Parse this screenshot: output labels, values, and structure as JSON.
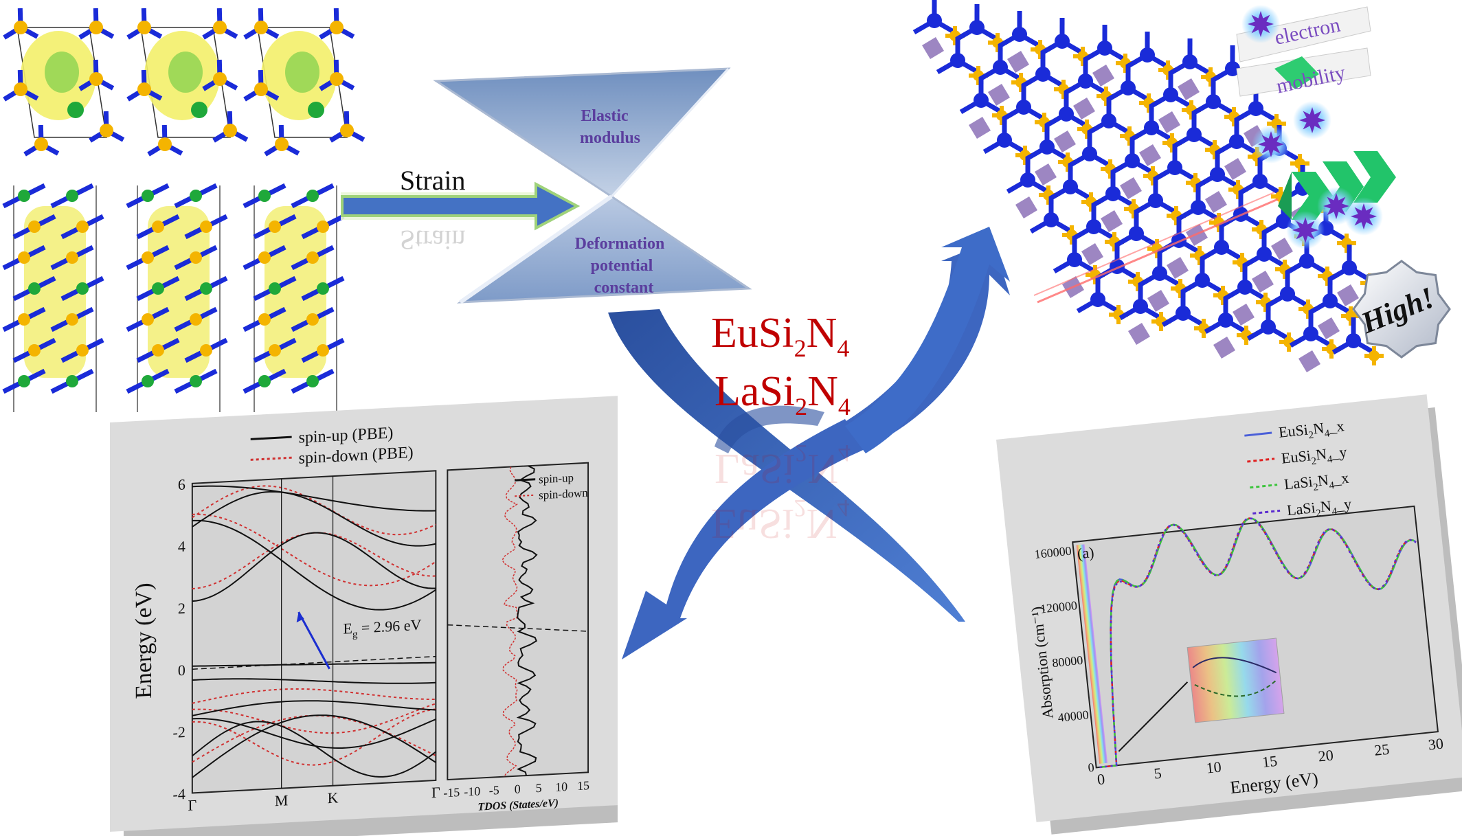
{
  "center": {
    "line1_main": "EuSi",
    "line1_sub1": "2",
    "line1_mid": "N",
    "line1_sub2": "4",
    "line2_main": "LaSi",
    "line2_sub1": "2",
    "line2_mid": "N",
    "line2_sub2": "4",
    "text_color": "#c00000"
  },
  "strain": {
    "label": "Strain"
  },
  "hourglass": {
    "top_line1": "Elastic",
    "top_line2": "modulus",
    "bottom_line1": "Deformation",
    "bottom_line2": "potential",
    "bottom_line3": "constant",
    "text_color": "#5b3e9e"
  },
  "mobility": {
    "word1": "electron",
    "word2": "mobility",
    "badge": "High!"
  },
  "band_plot": {
    "legend_up": "spin-up (PBE)",
    "legend_down": "spin-down (PBE)",
    "ylabel": "Energy (eV)",
    "yticks": [
      "6",
      "4",
      "2",
      "0",
      "-2",
      "-4"
    ],
    "kpoints": [
      "Γ",
      "M",
      "K",
      "Γ"
    ],
    "gap_label": "E",
    "gap_sub": "g",
    "gap_value": " = 2.96 eV",
    "dos_legend_up": "spin-up",
    "dos_legend_down": "spin-down",
    "dos_xticks": [
      "-15",
      "-10",
      "-5",
      "0",
      "5",
      "10",
      "15"
    ],
    "dos_xlabel": "TDOS (States/eV)"
  },
  "absorption_plot": {
    "panel": "(a)",
    "ylabel": "Absorption (cm⁻¹)",
    "xlabel": "Energy (eV)",
    "yticks": [
      "160000",
      "120000",
      "80000",
      "40000",
      "0"
    ],
    "xticks": [
      "0",
      "5",
      "10",
      "15",
      "20",
      "25",
      "30"
    ],
    "legend": [
      {
        "main": "EuSi",
        "s1": "2",
        "mid": "N",
        "s2": "4",
        "tail": "_x",
        "color": "#4a5fd8"
      },
      {
        "main": "EuSi",
        "s1": "2",
        "mid": "N",
        "s2": "4",
        "tail": "_y",
        "color": "#e02020"
      },
      {
        "main": "LaSi",
        "s1": "2",
        "mid": "N",
        "s2": "4",
        "tail": "_x",
        "color": "#3cc43c"
      },
      {
        "main": "LaSi",
        "s1": "2",
        "mid": "N",
        "s2": "4",
        "tail": "_y",
        "color": "#5a2bd0"
      }
    ]
  },
  "colors": {
    "arrow_blue": "#3d66c0",
    "arrow_dark": "#1f3f8a",
    "strain_arrow": "#4472c4",
    "hourglass_fill": "#8fa8cc",
    "si_atom": "#f4b400",
    "n_atom": "#1a2bd8",
    "metal_atom": "#9d86c2",
    "panel_bg": "#d9d9d9"
  }
}
